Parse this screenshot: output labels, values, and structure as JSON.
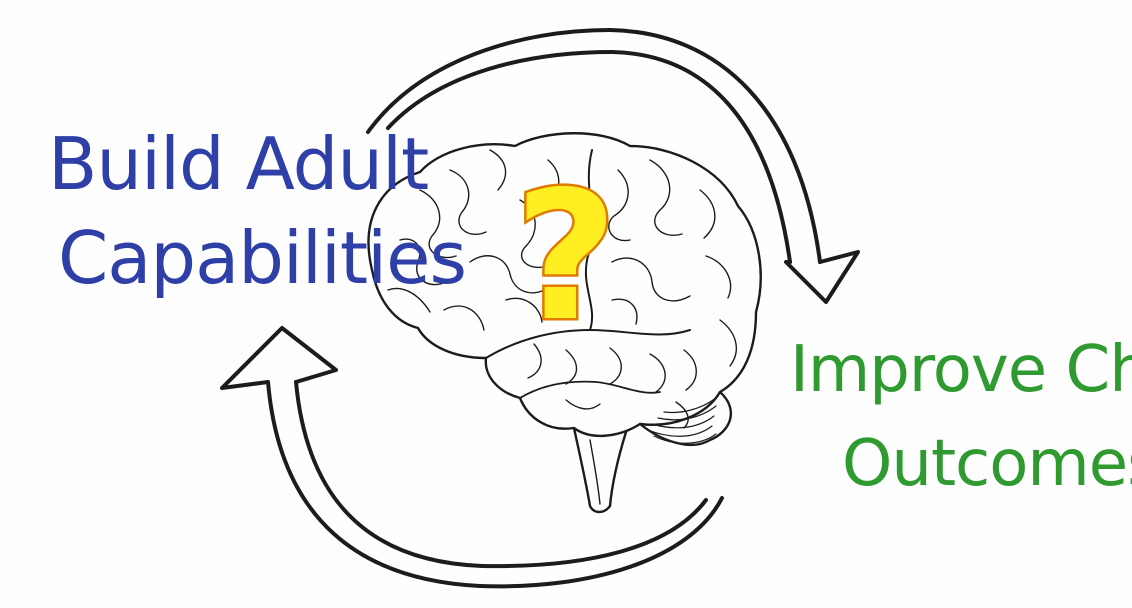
{
  "labels": {
    "left": {
      "line1": "Build Adult",
      "line2": "Capabilities"
    },
    "right": {
      "line1": "Improve Child",
      "line2": "Outcomes"
    }
  },
  "center": {
    "symbol": "?",
    "icon": "brain-icon"
  },
  "colors": {
    "left_text": "#2f3fa8",
    "right_text": "#2f9a2f",
    "question_fill": "#ffee22",
    "question_stroke": "#e07b00",
    "ink": "#1c1c1c"
  }
}
